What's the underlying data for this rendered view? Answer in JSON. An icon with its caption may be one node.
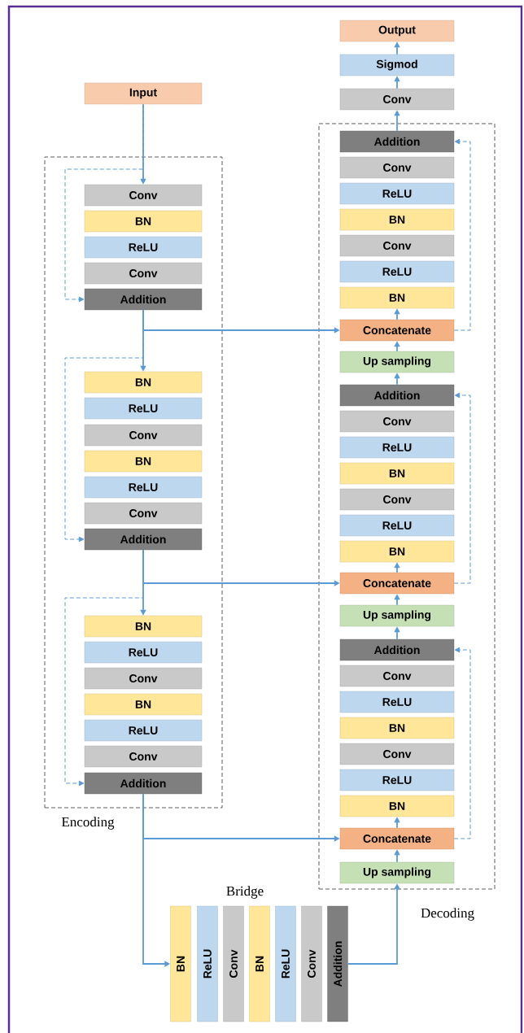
{
  "diagram": {
    "nodes": [
      {
        "text": [
          "Output"
        ]
      },
      {
        "text": [
          "Sigmod"
        ]
      },
      {
        "text": [
          "Conv"
        ]
      },
      {
        "text": [
          "Input"
        ]
      },
      {
        "text": [
          "Encoding"
        ]
      },
      {
        "text": [
          "Conv"
        ],
        "in": 4
      },
      {
        "text": [
          "BN"
        ],
        "in": 4
      },
      {
        "text": [
          "ReLU"
        ],
        "in": 4
      },
      {
        "text": [
          "Conv"
        ],
        "in": 4
      },
      {
        "text": [
          "Addition"
        ],
        "in": 4
      },
      {
        "text": [
          "BN"
        ],
        "in": 4
      },
      {
        "text": [
          "ReLU"
        ],
        "in": 4
      },
      {
        "text": [
          "Conv"
        ],
        "in": 4
      },
      {
        "text": [
          "BN"
        ],
        "in": 4
      },
      {
        "text": [
          "ReLU"
        ],
        "in": 4
      },
      {
        "text": [
          "Conv"
        ],
        "in": 4
      },
      {
        "text": [
          "Addition"
        ],
        "in": 4
      },
      {
        "text": [
          "BN"
        ],
        "in": 4
      },
      {
        "text": [
          "ReLU"
        ],
        "in": 4
      },
      {
        "text": [
          "Conv"
        ],
        "in": 4
      },
      {
        "text": [
          "BN"
        ],
        "in": 4
      },
      {
        "text": [
          "ReLU"
        ],
        "in": 4
      },
      {
        "text": [
          "Conv"
        ],
        "in": 4
      },
      {
        "text": [
          "Addition"
        ],
        "in": 4
      },
      {
        "text": [
          "Decoding"
        ]
      },
      {
        "text": [
          "Addition"
        ],
        "in": 24
      },
      {
        "text": [
          "Conv"
        ],
        "in": 24
      },
      {
        "text": [
          "ReLU"
        ],
        "in": 24
      },
      {
        "text": [
          "BN"
        ],
        "in": 24
      },
      {
        "text": [
          "Conv"
        ],
        "in": 24
      },
      {
        "text": [
          "ReLU"
        ],
        "in": 24
      },
      {
        "text": [
          "BN"
        ],
        "in": 24
      },
      {
        "text": [
          "Concatenate"
        ],
        "in": 24
      },
      {
        "text": [
          "Up sampling"
        ],
        "in": 24
      },
      {
        "text": [
          "Addition"
        ],
        "in": 24
      },
      {
        "text": [
          "Conv"
        ],
        "in": 24
      },
      {
        "text": [
          "ReLU"
        ],
        "in": 24
      },
      {
        "text": [
          "BN"
        ],
        "in": 24
      },
      {
        "text": [
          "Conv"
        ],
        "in": 24
      },
      {
        "text": [
          "ReLU"
        ],
        "in": 24
      },
      {
        "text": [
          "BN"
        ],
        "in": 24
      },
      {
        "text": [
          "Concatenate"
        ],
        "in": 24
      },
      {
        "text": [
          "Up sampling"
        ],
        "in": 24
      },
      {
        "text": [
          "Addition"
        ],
        "in": 24
      },
      {
        "text": [
          "Conv"
        ],
        "in": 24
      },
      {
        "text": [
          "ReLU"
        ],
        "in": 24
      },
      {
        "text": [
          "BN"
        ],
        "in": 24
      },
      {
        "text": [
          "Conv"
        ],
        "in": 24
      },
      {
        "text": [
          "ReLU"
        ],
        "in": 24
      },
      {
        "text": [
          "BN"
        ],
        "in": 24
      },
      {
        "text": [
          "Concatenate"
        ],
        "in": 24
      },
      {
        "text": [
          "Up sampling"
        ],
        "in": 24
      },
      {
        "text": [
          "BN"
        ]
      },
      {
        "text": [
          "ReLU"
        ]
      },
      {
        "text": [
          "Conv"
        ]
      },
      {
        "text": [
          "BN"
        ]
      },
      {
        "text": [
          "ReLU"
        ]
      },
      {
        "text": [
          "Conv"
        ]
      },
      {
        "text": [
          "Addition"
        ]
      }
    ],
    "edges": [
      {
        "from": 3,
        "to": 5,
        "arrow": "to"
      },
      {
        "from": 3,
        "to": 9,
        "arrow": "to",
        "style": "dashed"
      },
      {
        "from": 9,
        "to": 10,
        "arrow": "to"
      },
      {
        "from": 9,
        "to": 32,
        "arrow": "to"
      },
      {
        "from": 9,
        "to": 16,
        "arrow": "to",
        "style": "dashed"
      },
      {
        "from": 16,
        "to": 17,
        "arrow": "to"
      },
      {
        "from": 16,
        "to": 41,
        "arrow": "to"
      },
      {
        "from": 16,
        "to": 23,
        "arrow": "to",
        "style": "dashed"
      },
      {
        "from": 23,
        "to": 52,
        "arrow": "to"
      },
      {
        "from": 23,
        "to": 50,
        "arrow": "to"
      },
      {
        "from": 58,
        "to": 51,
        "arrow": "to"
      },
      {
        "from": 51,
        "to": 50,
        "arrow": "to"
      },
      {
        "from": 50,
        "to": 49,
        "arrow": "to"
      },
      {
        "from": 50,
        "to": 43,
        "arrow": "to",
        "style": "dashed"
      },
      {
        "from": 43,
        "to": 42,
        "arrow": "to"
      },
      {
        "from": 42,
        "to": 41,
        "arrow": "to"
      },
      {
        "from": 41,
        "to": 40,
        "arrow": "to"
      },
      {
        "from": 41,
        "to": 34,
        "arrow": "to",
        "style": "dashed"
      },
      {
        "from": 34,
        "to": 33,
        "arrow": "to"
      },
      {
        "from": 33,
        "to": 32,
        "arrow": "to"
      },
      {
        "from": 32,
        "to": 31,
        "arrow": "to"
      },
      {
        "from": 32,
        "to": 25,
        "arrow": "to",
        "style": "dashed"
      },
      {
        "from": 25,
        "to": 2,
        "arrow": "to"
      },
      {
        "from": 2,
        "to": 1,
        "arrow": "to"
      },
      {
        "from": 1,
        "to": 0,
        "arrow": "to"
      }
    ],
    "labels": [
      "Bridge"
    ]
  }
}
